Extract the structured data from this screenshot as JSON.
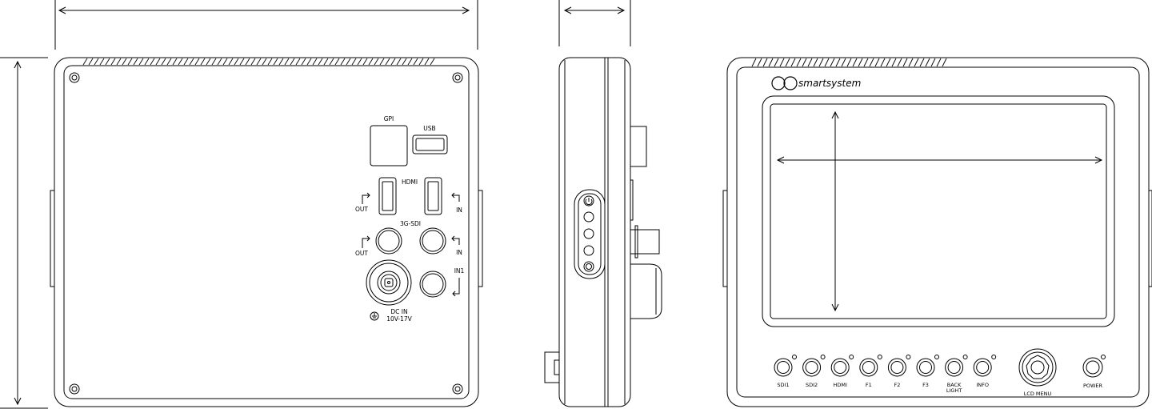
{
  "back_view": {
    "gpi": "GPI",
    "usb": "USB",
    "hdmi": "HDMI",
    "sdi": "3G-SDI",
    "out": "OUT",
    "in": "IN",
    "in1": "IN1",
    "dc_in": "DC IN",
    "voltage": "10V-17V"
  },
  "front_view": {
    "brand": "smartsystem",
    "buttons": [
      "SDI1",
      "SDI2",
      "HDMI",
      "F1",
      "F2",
      "F3",
      "BACK",
      "INFO"
    ],
    "backlight_second_line": "LIGHT",
    "lcd_menu": "LCD MENU",
    "power": "POWER"
  },
  "colors": {
    "line": "#000000",
    "background": "#ffffff"
  }
}
